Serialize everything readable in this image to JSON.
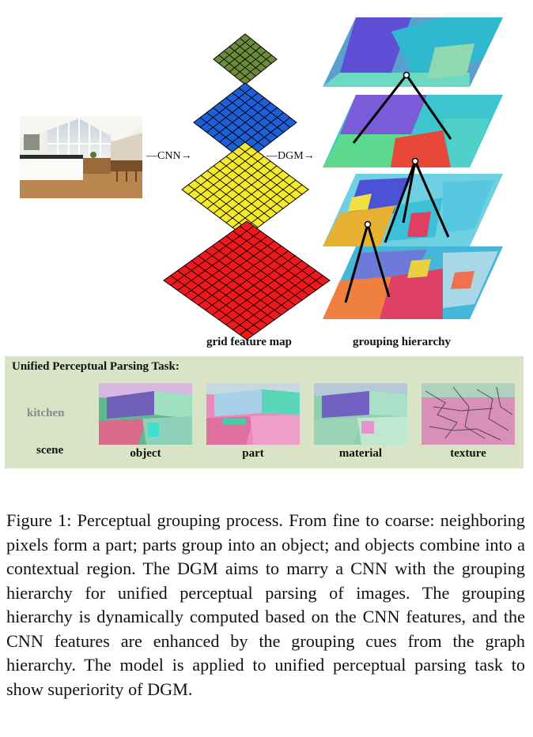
{
  "figure": {
    "arrow_cnn": "—CNN→",
    "arrow_dgm": "—DGM→",
    "grid_label": "grid feature map",
    "hierarchy_label": "grouping hierarchy",
    "grid_colors": [
      "#6b8a3a",
      "#1e5fd8",
      "#f5ea2a",
      "#f0181c"
    ],
    "task": {
      "title": "Unified Perceptual Parsing Task:",
      "kitchen": "kitchen",
      "scene": "scene",
      "thumbnails": [
        "object",
        "part",
        "material",
        "texture"
      ]
    }
  },
  "caption": "Figure 1: Perceptual grouping process. From fine to coarse: neighboring pixels form a part; parts group into an object; and objects combine into a contextual region. The DGM aims to marry a CNN with the grouping hierarchy for unified perceptual parsing of images. The grouping hierarchy is dynamically computed based on the CNN features, and the CNN features are enhanced by the grouping cues from the graph hierarchy. The model is applied to unified perceptual parsing task to show superiority of DGM."
}
